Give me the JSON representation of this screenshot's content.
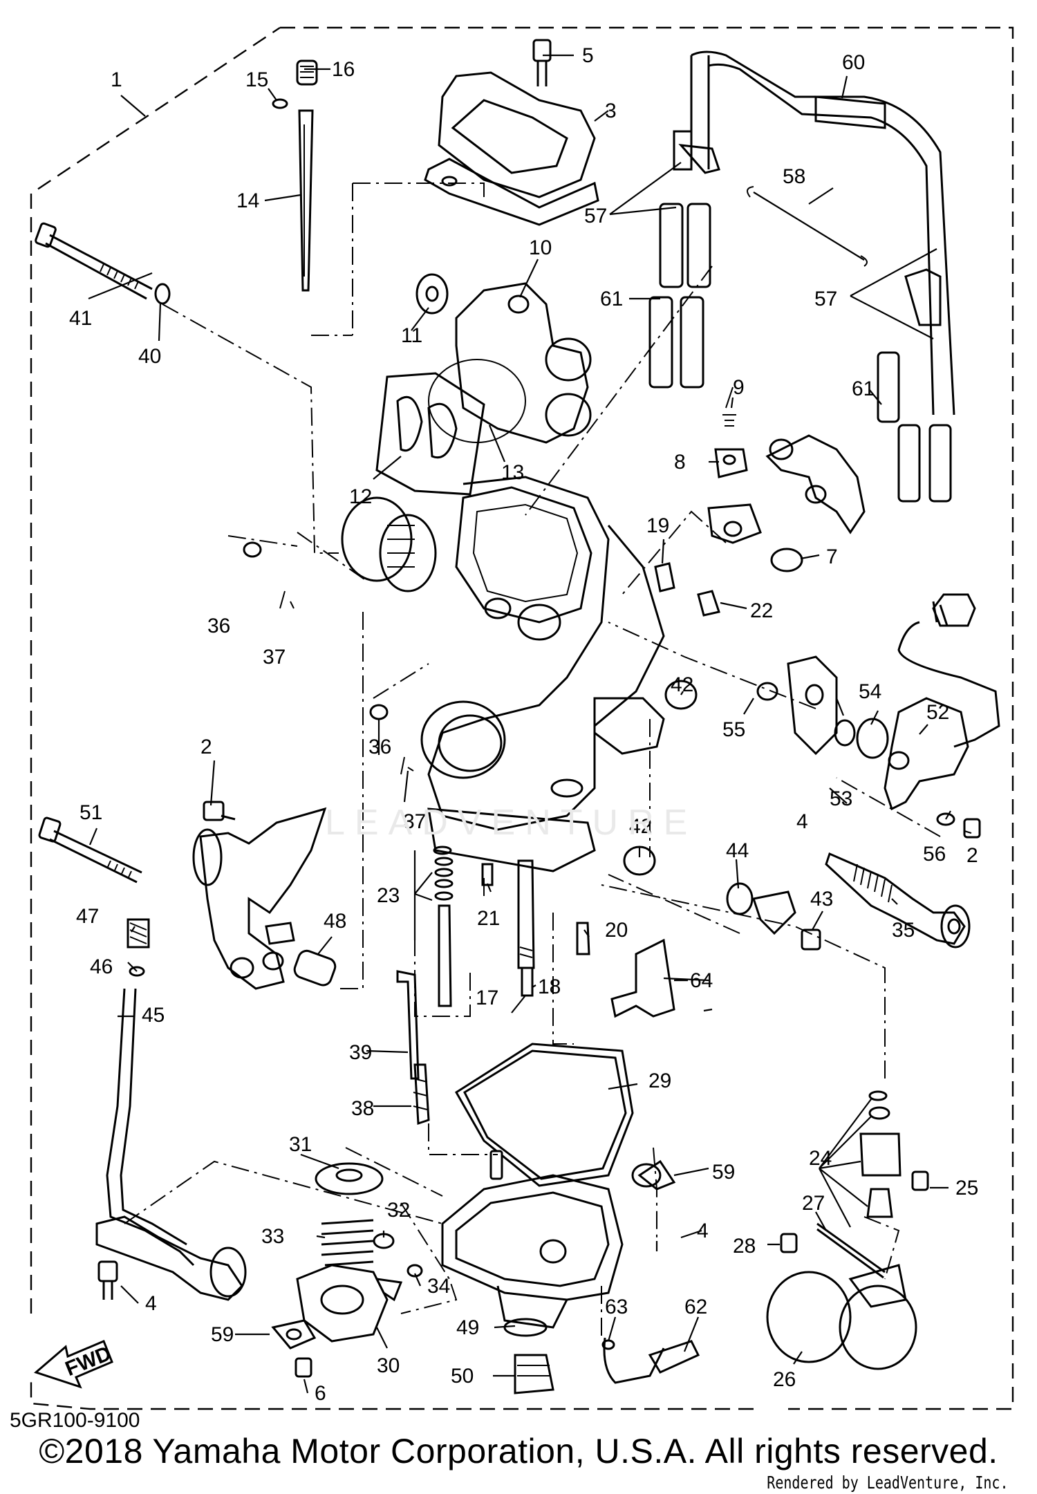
{
  "diagram": {
    "ref_code": "5GR100-9100",
    "copyright": "©2018 Yamaha Motor Corporation, U.S.A. All rights reserved.",
    "rendered_by": "Rendered by LeadVenture, Inc.",
    "watermark": "LEADVENTURE",
    "fwd_label": "FWD",
    "callouts": [
      "1",
      "2",
      "2",
      "3",
      "4",
      "4",
      "4",
      "4",
      "5",
      "6",
      "7",
      "8",
      "9",
      "10",
      "11",
      "12",
      "13",
      "14",
      "15",
      "16",
      "17",
      "18",
      "19",
      "20",
      "21",
      "22",
      "23",
      "24",
      "25",
      "26",
      "27",
      "28",
      "29",
      "30",
      "31",
      "32",
      "33",
      "34",
      "35",
      "36",
      "36",
      "37",
      "37",
      "38",
      "39",
      "40",
      "41",
      "42",
      "42",
      "43",
      "44",
      "45",
      "46",
      "47",
      "48",
      "49",
      "50",
      "51",
      "52",
      "53",
      "54",
      "55",
      "56",
      "57",
      "57",
      "58",
      "59",
      "59",
      "60",
      "61",
      "61",
      "62",
      "63",
      "64"
    ]
  }
}
